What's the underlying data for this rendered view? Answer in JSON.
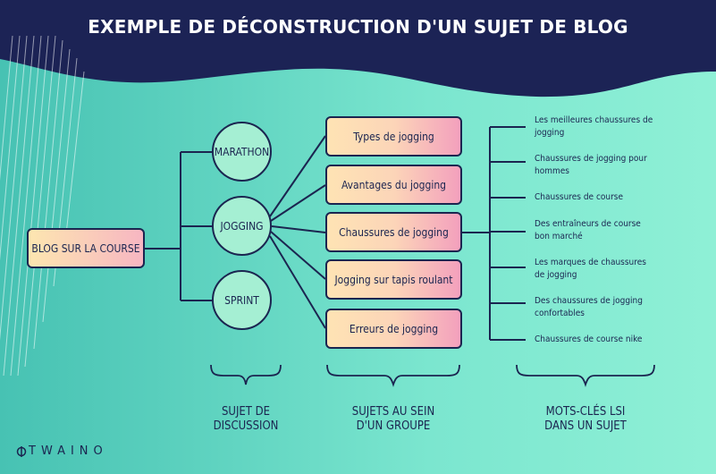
{
  "title": "EXEMPLE DE DÉCONSTRUCTION D'UN SUJET DE BLOG",
  "root": "BLOG SUR LA COURSE",
  "subjects": [
    "MARATHON",
    "JOGGING",
    "SPRINT"
  ],
  "topics": [
    "Types de jogging",
    "Avantages du jogging",
    "Chaussures de jogging",
    "Jogging sur tapis roulant",
    "Erreurs de jogging"
  ],
  "keywords": [
    "Les meilleures chaussures de jogging",
    "Chaussures de jogging pour hommes",
    "Chaussures de course",
    "Des entraîneurs de course bon marché",
    "Les marques de chaussures de jogging",
    "Des chaussures de jogging confortables",
    "Chaussures de course nike"
  ],
  "captions": {
    "subject": [
      "SUJET DE",
      "DISCUSSION"
    ],
    "topics": [
      "SUJETS AU SEIN",
      "D'UN GROUPE"
    ],
    "keywords": [
      "MOTS-CLÉS LSI",
      "DANS UN SUJET"
    ]
  },
  "logo": "TWAINO",
  "colors": {
    "navy": "#1b2550",
    "teal_start": "#47c2b3",
    "mint_end": "#8ff0d6",
    "circle_fill": "#a5efd3",
    "box_gradient_start": "#fee3b4",
    "box_gradient_end": "#f3a0bd"
  }
}
